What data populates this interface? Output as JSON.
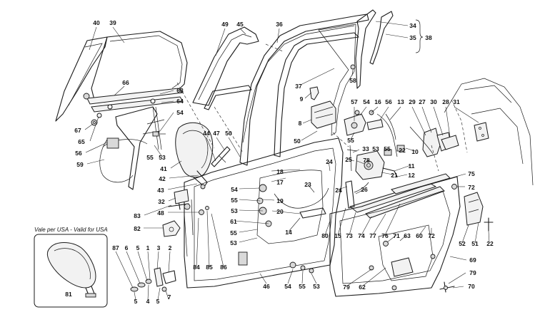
{
  "inset": {
    "title": "Vale per USA - Valid for USA",
    "part_number": "81"
  },
  "brace_label": "38",
  "callouts": [
    {
      "id": "c40",
      "text": "40"
    },
    {
      "id": "c39",
      "text": "39"
    },
    {
      "id": "c66",
      "text": "66"
    },
    {
      "id": "c67",
      "text": "67"
    },
    {
      "id": "c65",
      "text": "65"
    },
    {
      "id": "c56",
      "text": "56"
    },
    {
      "id": "c59",
      "text": "59"
    },
    {
      "id": "c68",
      "text": "68"
    },
    {
      "id": "c64",
      "text": "64"
    },
    {
      "id": "c54a",
      "text": "54"
    },
    {
      "id": "c55a",
      "text": "55"
    },
    {
      "id": "c53a",
      "text": "53"
    },
    {
      "id": "c41",
      "text": "41"
    },
    {
      "id": "c42",
      "text": "42"
    },
    {
      "id": "c43",
      "text": "43"
    },
    {
      "id": "c32",
      "text": "32"
    },
    {
      "id": "c48",
      "text": "48"
    },
    {
      "id": "c83",
      "text": "83"
    },
    {
      "id": "c82",
      "text": "82"
    },
    {
      "id": "c49",
      "text": "49"
    },
    {
      "id": "c45",
      "text": "45"
    },
    {
      "id": "c36",
      "text": "36"
    },
    {
      "id": "c34",
      "text": "34"
    },
    {
      "id": "c35",
      "text": "35"
    },
    {
      "id": "c37",
      "text": "37"
    },
    {
      "id": "c58",
      "text": "58"
    },
    {
      "id": "c9",
      "text": "9"
    },
    {
      "id": "c8",
      "text": "8"
    },
    {
      "id": "c50a",
      "text": "50"
    },
    {
      "id": "c44",
      "text": "44"
    },
    {
      "id": "c47",
      "text": "47"
    },
    {
      "id": "c50b",
      "text": "50"
    },
    {
      "id": "c57",
      "text": "57"
    },
    {
      "id": "c54b",
      "text": "54"
    },
    {
      "id": "c16",
      "text": "16"
    },
    {
      "id": "c56b",
      "text": "56"
    },
    {
      "id": "c13",
      "text": "13"
    },
    {
      "id": "c29",
      "text": "29"
    },
    {
      "id": "c27",
      "text": "27"
    },
    {
      "id": "c30",
      "text": "30"
    },
    {
      "id": "c28",
      "text": "28"
    },
    {
      "id": "c31",
      "text": "31"
    },
    {
      "id": "c55b",
      "text": "55"
    },
    {
      "id": "c33",
      "text": "33"
    },
    {
      "id": "c53b",
      "text": "53"
    },
    {
      "id": "c55c",
      "text": "55"
    },
    {
      "id": "c22a",
      "text": "22"
    },
    {
      "id": "c10",
      "text": "10"
    },
    {
      "id": "c25",
      "text": "25"
    },
    {
      "id": "c78",
      "text": "78"
    },
    {
      "id": "c11",
      "text": "11"
    },
    {
      "id": "c21",
      "text": "21"
    },
    {
      "id": "c12",
      "text": "12"
    },
    {
      "id": "c18",
      "text": "18"
    },
    {
      "id": "c17",
      "text": "17"
    },
    {
      "id": "c24a",
      "text": "24"
    },
    {
      "id": "c23",
      "text": "23"
    },
    {
      "id": "c24b",
      "text": "24"
    },
    {
      "id": "c26",
      "text": "26"
    },
    {
      "id": "c54c",
      "text": "54"
    },
    {
      "id": "c19",
      "text": "19"
    },
    {
      "id": "c55d",
      "text": "55"
    },
    {
      "id": "c53c",
      "text": "53"
    },
    {
      "id": "c20",
      "text": "20"
    },
    {
      "id": "c61",
      "text": "61"
    },
    {
      "id": "c55e",
      "text": "55"
    },
    {
      "id": "c53d",
      "text": "53"
    },
    {
      "id": "c14",
      "text": "14"
    },
    {
      "id": "c80",
      "text": "80"
    },
    {
      "id": "c15",
      "text": "15"
    },
    {
      "id": "c73",
      "text": "73"
    },
    {
      "id": "c74",
      "text": "74"
    },
    {
      "id": "c77",
      "text": "77"
    },
    {
      "id": "c76",
      "text": "76"
    },
    {
      "id": "c71",
      "text": "71"
    },
    {
      "id": "c63",
      "text": "63"
    },
    {
      "id": "c60",
      "text": "60"
    },
    {
      "id": "c72a",
      "text": "72"
    },
    {
      "id": "c75",
      "text": "75"
    },
    {
      "id": "c72b",
      "text": "72"
    },
    {
      "id": "c52",
      "text": "52"
    },
    {
      "id": "c51",
      "text": "51"
    },
    {
      "id": "c22b",
      "text": "22"
    },
    {
      "id": "c69",
      "text": "69"
    },
    {
      "id": "c79a",
      "text": "79"
    },
    {
      "id": "c70",
      "text": "70"
    },
    {
      "id": "c79b",
      "text": "79"
    },
    {
      "id": "c62",
      "text": "62"
    },
    {
      "id": "c46",
      "text": "46"
    },
    {
      "id": "c54d",
      "text": "54"
    },
    {
      "id": "c55f",
      "text": "55"
    },
    {
      "id": "c53e",
      "text": "53"
    },
    {
      "id": "c84",
      "text": "84"
    },
    {
      "id": "c85",
      "text": "85"
    },
    {
      "id": "c86",
      "text": "86"
    },
    {
      "id": "c87",
      "text": "87"
    },
    {
      "id": "c6",
      "text": "6"
    },
    {
      "id": "c5a",
      "text": "5"
    },
    {
      "id": "c1",
      "text": "1"
    },
    {
      "id": "c3",
      "text": "3"
    },
    {
      "id": "c2",
      "text": "2"
    },
    {
      "id": "c5b",
      "text": "5"
    },
    {
      "id": "c5c",
      "text": "5"
    },
    {
      "id": "c4",
      "text": "4"
    },
    {
      "id": "c7",
      "text": "7"
    }
  ]
}
